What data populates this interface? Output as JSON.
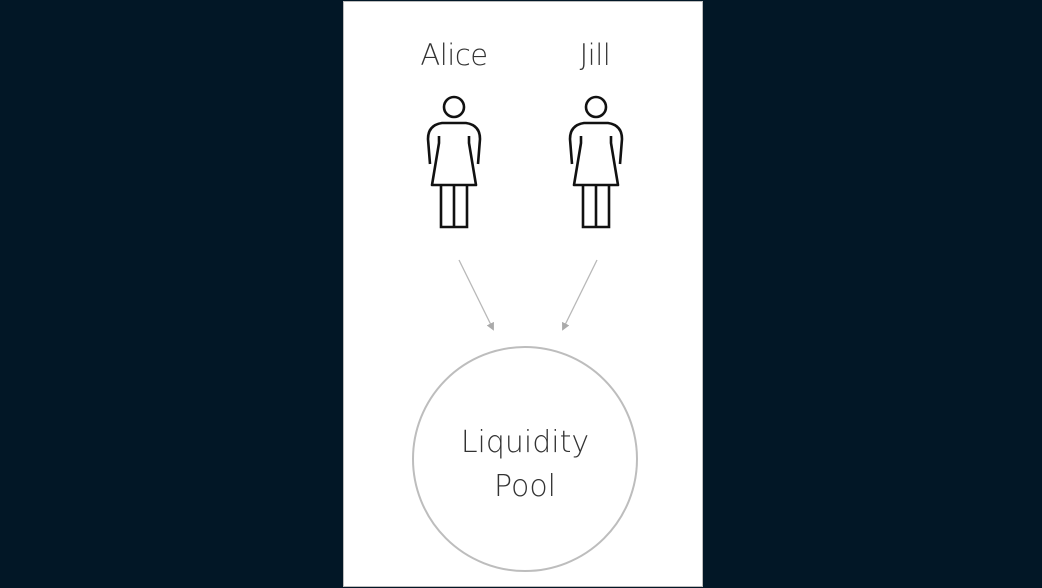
{
  "people": [
    {
      "name": "Alice",
      "icon": "woman-icon"
    },
    {
      "name": "Jill",
      "icon": "woman-icon"
    }
  ],
  "pool": {
    "line1": "Liquidity",
    "line2": "Pool"
  },
  "colors": {
    "background": "#021726",
    "panel": "#ffffff",
    "arrow": "#b0b0b0",
    "circle": "#bdbdbd"
  }
}
